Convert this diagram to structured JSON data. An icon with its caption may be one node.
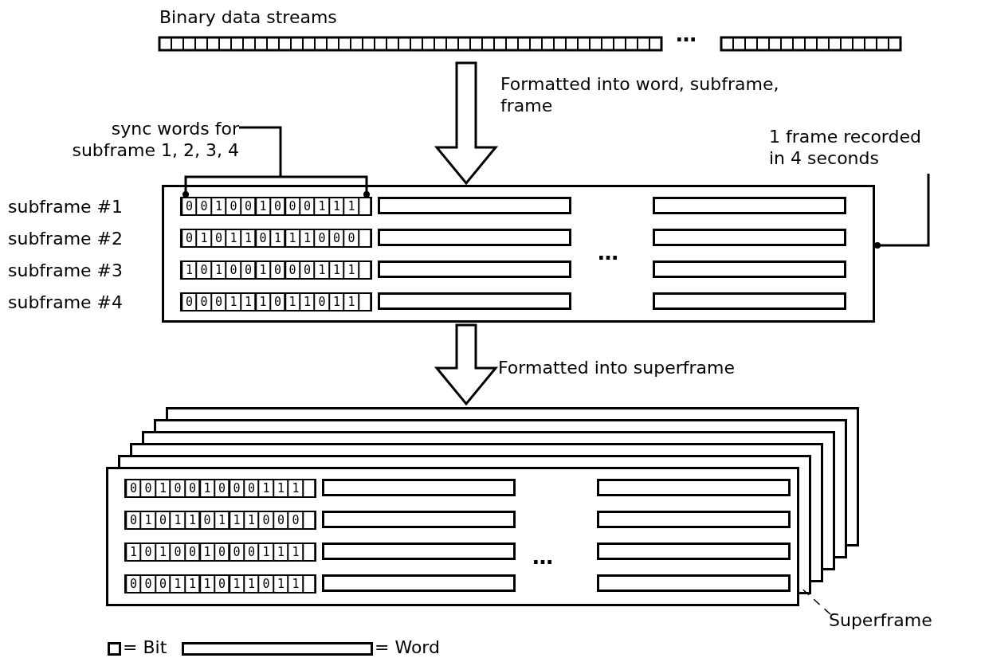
{
  "diagram": {
    "nodes": [
      {
        "text": [
          "Binary data streams"
        ],
        "beside": [
          "…"
        ]
      },
      {
        "text": [
          "sync words for subframe 1, 2, 3, 4"
        ]
      },
      {
        "text": [
          "1 frame recorded in 4 seconds"
        ]
      },
      {
        "text": [],
        "shape": "box"
      },
      {
        "text": [
          "001001000111"
        ],
        "in": 3
      },
      {
        "text": [],
        "shape": "bar",
        "in": 3
      },
      {
        "text": [],
        "shape": "bar",
        "in": 3
      },
      {
        "text": [
          "010110111000"
        ],
        "in": 3
      },
      {
        "text": [],
        "shape": "bar",
        "in": 3
      },
      {
        "text": [],
        "shape": "bar",
        "in": 3
      },
      {
        "text": [
          "101001000111"
        ],
        "in": 3
      },
      {
        "text": [],
        "shape": "bar",
        "in": 3
      },
      {
        "text": [],
        "shape": "bar",
        "in": 3
      },
      {
        "text": [
          "000111011011"
        ],
        "in": 3
      },
      {
        "text": [],
        "shape": "bar",
        "in": 3
      },
      {
        "text": [],
        "shape": "bar",
        "in": 3
      },
      {
        "text": [],
        "shape": "box"
      },
      {
        "text": [
          "001001000111"
        ],
        "in": 16
      },
      {
        "text": [],
        "shape": "bar",
        "in": 16
      },
      {
        "text": [],
        "shape": "bar",
        "in": 16
      },
      {
        "text": [
          "010110111000"
        ],
        "in": 16
      },
      {
        "text": [],
        "shape": "bar",
        "in": 16
      },
      {
        "text": [],
        "shape": "bar",
        "in": 16
      },
      {
        "text": [
          "101001000111"
        ],
        "in": 16
      },
      {
        "text": [],
        "shape": "bar",
        "in": 16
      },
      {
        "text": [],
        "shape": "bar",
        "in": 16
      },
      {
        "text": [
          "000111011011"
        ],
        "in": 16
      },
      {
        "text": [],
        "shape": "bar",
        "in": 16
      },
      {
        "text": [],
        "shape": "bar",
        "in": 16
      },
      {
        "text": [
          "Superframe"
        ]
      }
    ],
    "edges": [
      {
        "from": 0,
        "to": 3,
        "arrow": "to",
        "label": "Formatted into word, subframe, frame",
        "style": "thick"
      },
      {
        "from": 1,
        "to": 4,
        "arrow": "other"
      },
      {
        "from": 2,
        "to": 3,
        "arrow": "other"
      },
      {
        "from": 3,
        "to": 16,
        "arrow": "to",
        "label": "Formatted into superframe",
        "style": "thick"
      },
      {
        "from": 29,
        "to": 16,
        "arrow": "none",
        "style": "dashed"
      }
    ],
    "labels": [
      "subframe #1",
      "subframe #2",
      "subframe #3",
      "subframe #4",
      "…",
      "…"
    ],
    "legend": [
      {
        "text": "= Bit"
      },
      {
        "text": "= Word"
      }
    ]
  }
}
